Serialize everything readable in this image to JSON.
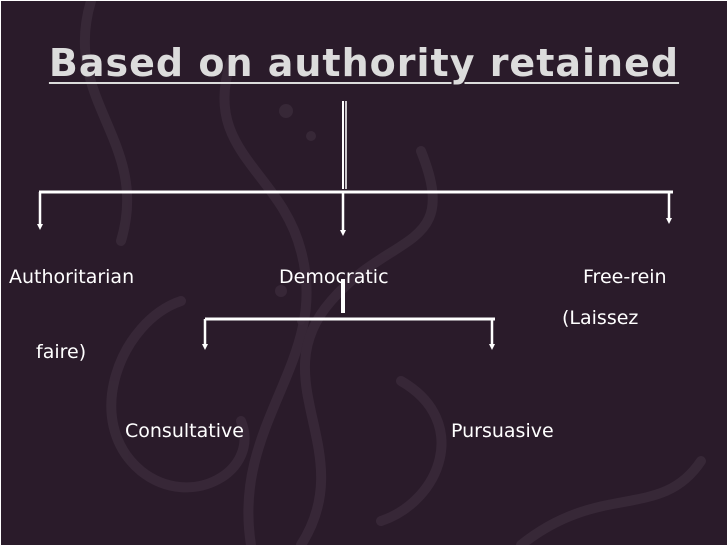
{
  "title": "Based on authority retained",
  "nodes": {
    "authoritarian": "Authoritarian",
    "democratic": "Democratic",
    "free_rein": "Free-rein",
    "laissez": "(Laissez",
    "faire": "faire)",
    "consultative": "Consultative",
    "persuasive": "Pursuasive"
  },
  "colors": {
    "background": "#2a1b2a",
    "swirl": "#3a2a3a",
    "title_text": "#dcdcdc",
    "connector": "#ffffff",
    "text": "#ffffff"
  }
}
